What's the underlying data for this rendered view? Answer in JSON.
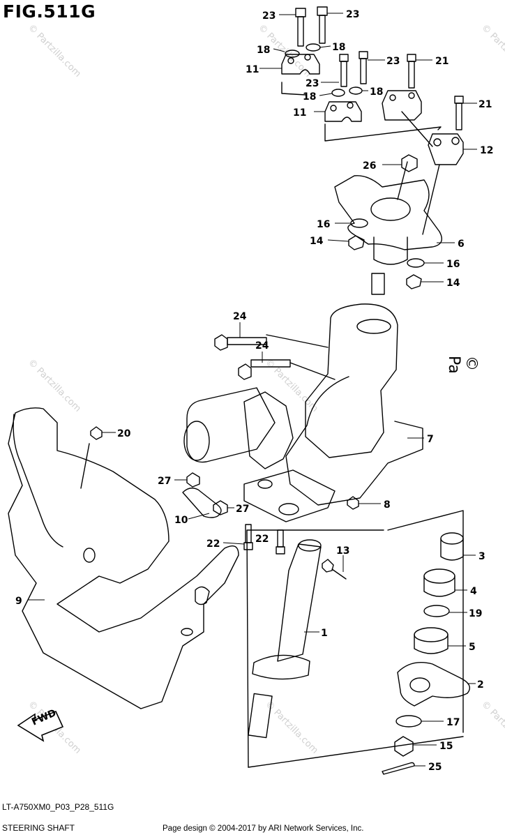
{
  "figure": {
    "title": "FIG.511G",
    "model_code": "LT-A750XM0_P03_P28_511G",
    "subtitle": "STEERING SHAFT",
    "copyright": "Page design © 2004-2017 by ARI Network Services, Inc.",
    "watermark": "© Partzilla.com",
    "watermark_side": "© Pa"
  },
  "direction_label": "FWD",
  "callouts": [
    "23",
    "23",
    "18",
    "18",
    "11",
    "23",
    "23",
    "21",
    "18",
    "18",
    "11",
    "21",
    "12",
    "26",
    "16",
    "14",
    "6",
    "16",
    "14",
    "24",
    "24",
    "7",
    "20",
    "27",
    "27",
    "10",
    "8",
    "22",
    "22",
    "13",
    "3",
    "4",
    "9",
    "19",
    "1",
    "5",
    "2",
    "17",
    "15",
    "25"
  ]
}
